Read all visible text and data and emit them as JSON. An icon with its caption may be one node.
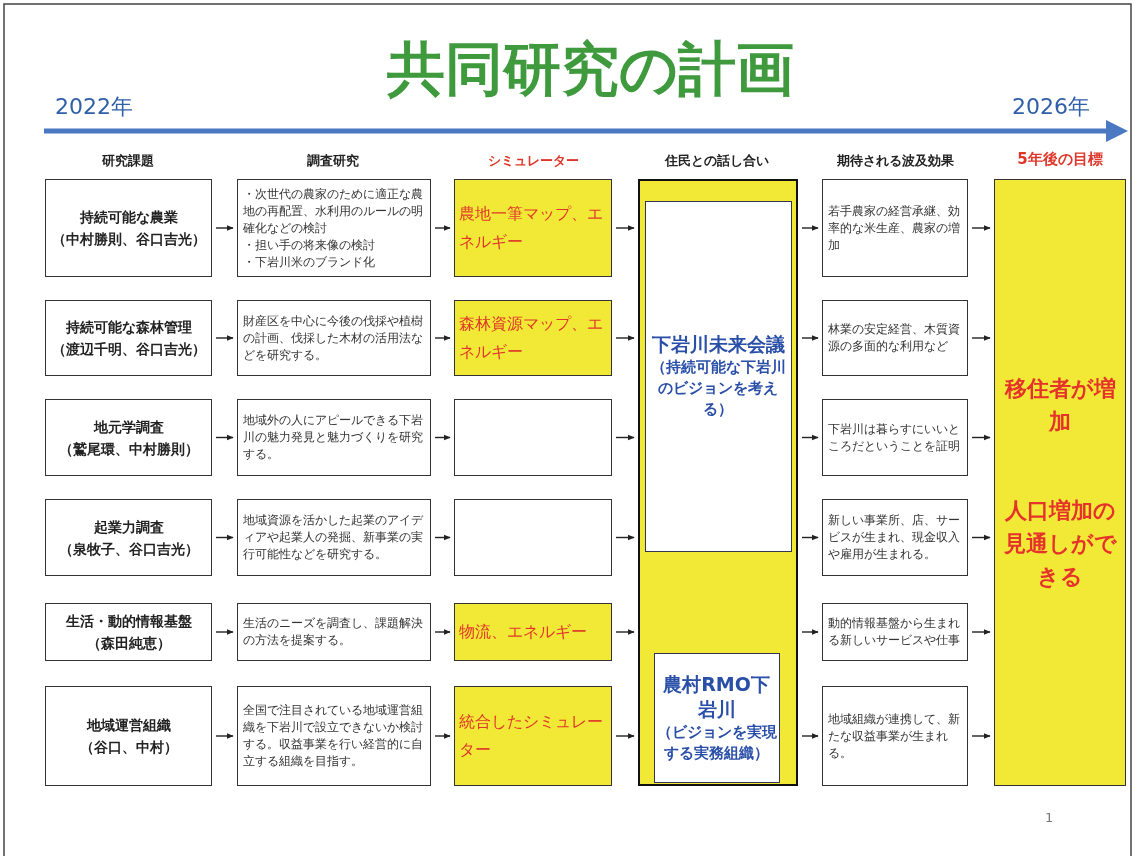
{
  "diagram": {
    "title": "共同研究の計画",
    "nodes": [
      {
        "text": [
          "持続可能な農業",
          "（中村勝則、谷口吉光）"
        ]
      },
      {
        "text": [
          "持続可能な森林管理",
          "（渡辺千明、谷口吉光）"
        ]
      },
      {
        "text": [
          "地元学調査",
          "（鷲尾環、中村勝則）"
        ]
      },
      {
        "text": [
          "起業力調査",
          "（泉牧子、谷口吉光）"
        ]
      },
      {
        "text": [
          "生活・動的情報基盤",
          "（森田純恵）"
        ]
      },
      {
        "text": [
          "地域運営組織",
          "（谷口、中村）"
        ]
      },
      {
        "text": [
          "・次世代の農家のために適正な農地の再配置、水利用のルールの明確化などの検討",
          "・担い手の将来像の検討",
          "・下岩川米のブランド化"
        ]
      },
      {
        "text": [
          "財産区を中心に今後の伐採や植樹の計画、伐採した木材の活用法などを研究する。"
        ]
      },
      {
        "text": [
          "地域外の人にアピールできる下岩川の魅力発見と魅力づくりを研究する。"
        ]
      },
      {
        "text": [
          "地域資源を活かした起業のアイディアや起業人の発掘、新事業の実行可能性などを研究する。"
        ]
      },
      {
        "text": [
          "生活のニーズを調査し、課題解決の方法を提案する。"
        ]
      },
      {
        "text": [
          "全国で注目されている地域運営組織を下岩川で設立できないか検討する。収益事業を行い経営的に自立する組織を目指す。"
        ]
      },
      {
        "text": [
          "農地一筆マップ、エネルギー"
        ]
      },
      {
        "text": [
          "森林資源マップ、エネルギー"
        ]
      },
      {
        "text": [],
        "shape": "box"
      },
      {
        "text": [],
        "shape": "box"
      },
      {
        "text": [
          "物流、エネルギー"
        ]
      },
      {
        "text": [
          "統合したシミュレーター"
        ]
      },
      {
        "text": [],
        "shape": "box"
      },
      {
        "text": [
          "下岩川未来会議",
          "（持続可能な下岩川のビジョンを考える）"
        ],
        "in": 18
      },
      {
        "text": [
          "農村RMO下岩川",
          "（ビジョンを実現する実務組織）"
        ],
        "in": 18
      },
      {
        "text": [
          "若手農家の経営承継、効率的な米生産、農家の増加"
        ]
      },
      {
        "text": [
          "林業の安定経営、木質資源の多面的な利用など"
        ]
      },
      {
        "text": [
          "下岩川は暮らすにいいところだということを証明"
        ]
      },
      {
        "text": [
          "新しい事業所、店、サービスが生まれ、現金収入や雇用が生まれる。"
        ]
      },
      {
        "text": [
          "動的情報基盤から生まれる新しいサービスや仕事"
        ]
      },
      {
        "text": [
          "地域組織が連携して、新たな収益事業が生まれる。"
        ]
      },
      {
        "text": [
          "移住者が増加",
          "人口増加の見通しができる"
        ]
      }
    ],
    "edges": [
      {
        "from": 0,
        "to": 6,
        "arrow": "to"
      },
      {
        "from": 1,
        "to": 7,
        "arrow": "to"
      },
      {
        "from": 2,
        "to": 8,
        "arrow": "to"
      },
      {
        "from": 3,
        "to": 9,
        "arrow": "to"
      },
      {
        "from": 4,
        "to": 10,
        "arrow": "to"
      },
      {
        "from": 5,
        "to": 11,
        "arrow": "to"
      },
      {
        "from": 6,
        "to": 12,
        "arrow": "to"
      },
      {
        "from": 7,
        "to": 13,
        "arrow": "to"
      },
      {
        "from": 8,
        "to": 14,
        "arrow": "to"
      },
      {
        "from": 9,
        "to": 15,
        "arrow": "to"
      },
      {
        "from": 10,
        "to": 16,
        "arrow": "to"
      },
      {
        "from": 11,
        "to": 17,
        "arrow": "to"
      },
      {
        "from": 12,
        "to": 18,
        "arrow": "to"
      },
      {
        "from": 13,
        "to": 18,
        "arrow": "to"
      },
      {
        "from": 14,
        "to": 18,
        "arrow": "to"
      },
      {
        "from": 15,
        "to": 18,
        "arrow": "to"
      },
      {
        "from": 16,
        "to": 18,
        "arrow": "to"
      },
      {
        "from": 17,
        "to": 18,
        "arrow": "to"
      },
      {
        "from": 18,
        "to": 21,
        "arrow": "to"
      },
      {
        "from": 18,
        "to": 22,
        "arrow": "to"
      },
      {
        "from": 18,
        "to": 23,
        "arrow": "to"
      },
      {
        "from": 18,
        "to": 24,
        "arrow": "to"
      },
      {
        "from": 18,
        "to": 25,
        "arrow": "to"
      },
      {
        "from": 18,
        "to": 26,
        "arrow": "to"
      },
      {
        "from": 21,
        "to": 27,
        "arrow": "to"
      },
      {
        "from": 22,
        "to": 27,
        "arrow": "to"
      },
      {
        "from": 23,
        "to": 27,
        "arrow": "to"
      },
      {
        "from": 24,
        "to": 27,
        "arrow": "to"
      },
      {
        "from": 25,
        "to": 27,
        "arrow": "to"
      },
      {
        "from": 26,
        "to": 27,
        "arrow": "to"
      }
    ],
    "labels": [
      "2022年",
      "2026年",
      "研究課題",
      "調査研究",
      "シミュレーター",
      "住民との話し合い",
      "期待される波及効果",
      "5年後の目標",
      "1"
    ]
  }
}
